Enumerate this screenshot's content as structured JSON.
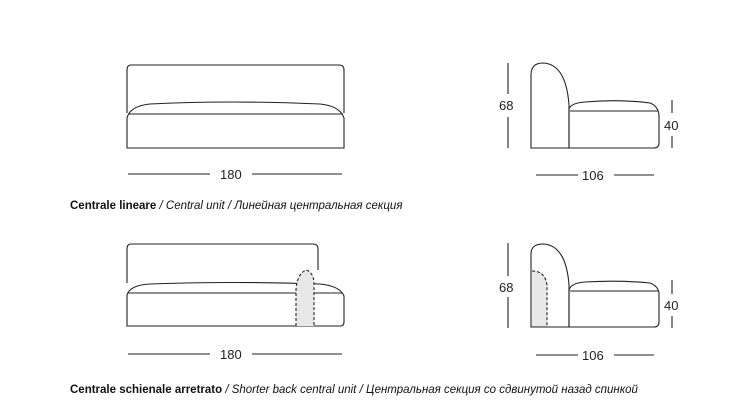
{
  "unit1": {
    "width": "180",
    "depth": "106",
    "height": "68",
    "seat_height": "40",
    "caption_it": "Centrale lineare",
    "caption_en": "Central unit",
    "caption_ru": "Линейная центральная секция"
  },
  "unit2": {
    "width": "180",
    "depth": "106",
    "height": "68",
    "seat_height": "40",
    "caption_it": "Centrale schienale arretrato",
    "caption_en": "Shorter back central unit",
    "caption_ru": "Центральная секция со сдвинутой назад спинкой"
  },
  "separator": " / "
}
